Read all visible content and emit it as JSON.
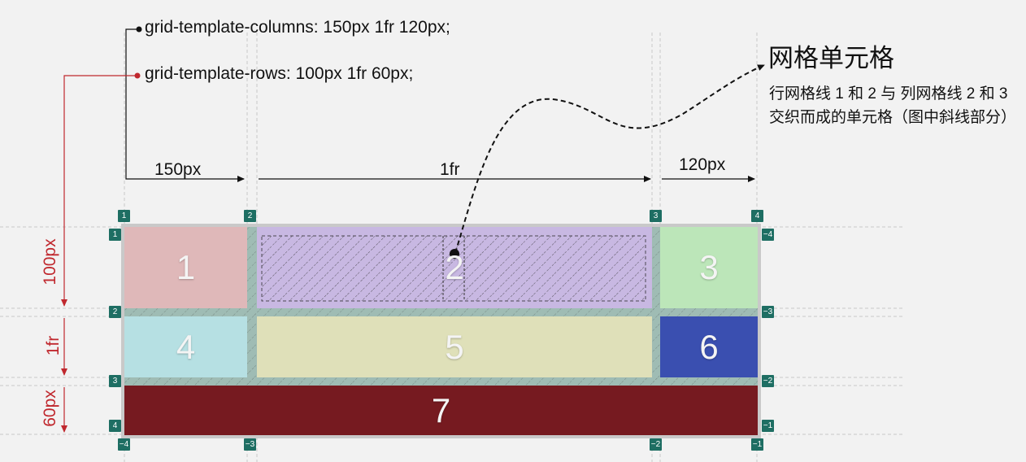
{
  "code": {
    "columns": "grid-template-columns: 150px 1fr 120px;",
    "rows": "grid-template-rows: 100px 1fr 60px;"
  },
  "callout": {
    "title": "网格单元格",
    "description": "行网格线 1 和 2 与 列网格线 2 和 3 交织而成的单元格（图中斜线部分）"
  },
  "column_sizes": [
    "150px",
    "1fr",
    "120px"
  ],
  "row_sizes": [
    "100px",
    "1fr",
    "60px"
  ],
  "cells": [
    {
      "label": "1",
      "color": "#dfb8b9"
    },
    {
      "label": "2",
      "color": "#c8b8e2"
    },
    {
      "label": "3",
      "color": "#bce6b9"
    },
    {
      "label": "4",
      "color": "#b6e0e3"
    },
    {
      "label": "5",
      "color": "#dfe0b9"
    },
    {
      "label": "6",
      "color": "#3a4fb0"
    },
    {
      "label": "7",
      "color": "#761a20"
    }
  ],
  "column_lines_top": [
    "1",
    "2",
    "3",
    "4"
  ],
  "column_lines_bottom": [
    "−4",
    "−3",
    "−2",
    "−1"
  ],
  "row_lines_left": [
    "1",
    "2",
    "3",
    "4"
  ],
  "row_lines_right": [
    "−4",
    "−3",
    "−2",
    "−1"
  ],
  "colors": {
    "gutter": "#9fbcb4",
    "badge": "#1e6e63",
    "accent_red": "#c0282e"
  }
}
